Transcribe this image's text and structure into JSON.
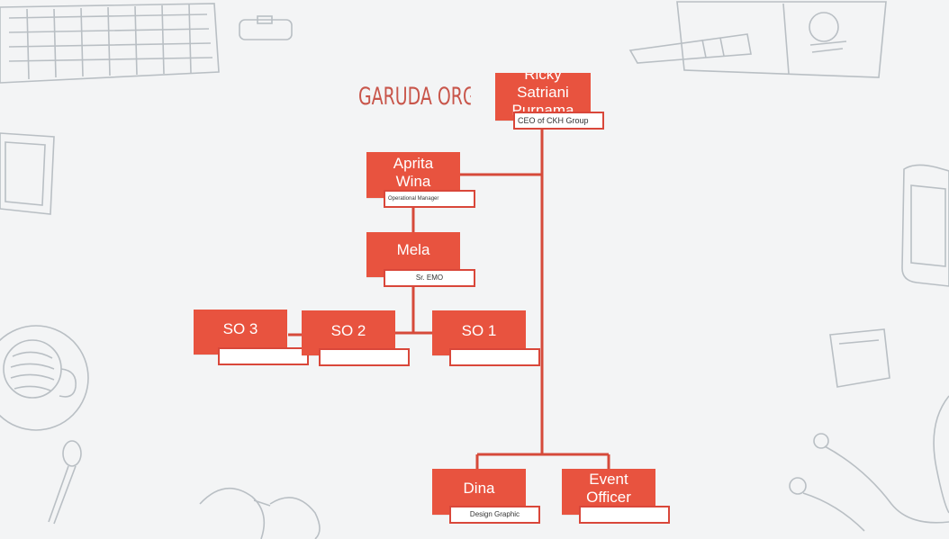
{
  "title": "GARUDA ORGAN",
  "colors": {
    "box": "#e8533f",
    "line": "#d64a3a",
    "title": "#c8554a",
    "sketch": "#b9bfc4"
  },
  "nodes": {
    "ceo": {
      "name": "Ricky Satriani Purnama",
      "role": "CEO of CKH Group"
    },
    "aprita": {
      "name": "Aprita Wina",
      "role": "Operational Manager"
    },
    "mela": {
      "name": "Mela",
      "role": "Sr. EMO"
    },
    "so3": {
      "name": "SO 3",
      "role": ""
    },
    "so2": {
      "name": "SO 2",
      "role": ""
    },
    "so1": {
      "name": "SO 1",
      "role": ""
    },
    "dina": {
      "name": "Dina",
      "role": "Design Graphic"
    },
    "event": {
      "name": "Event Officer",
      "role": ""
    }
  },
  "background_icons": [
    "keyboard-icon",
    "usb-drive-icon",
    "pen-icon",
    "notebook-icon",
    "tablet-icon",
    "smartphone-icon",
    "coffee-cup-icon",
    "spoon-icon",
    "sticky-note-icon",
    "earphones-icon",
    "glasses-icon"
  ]
}
